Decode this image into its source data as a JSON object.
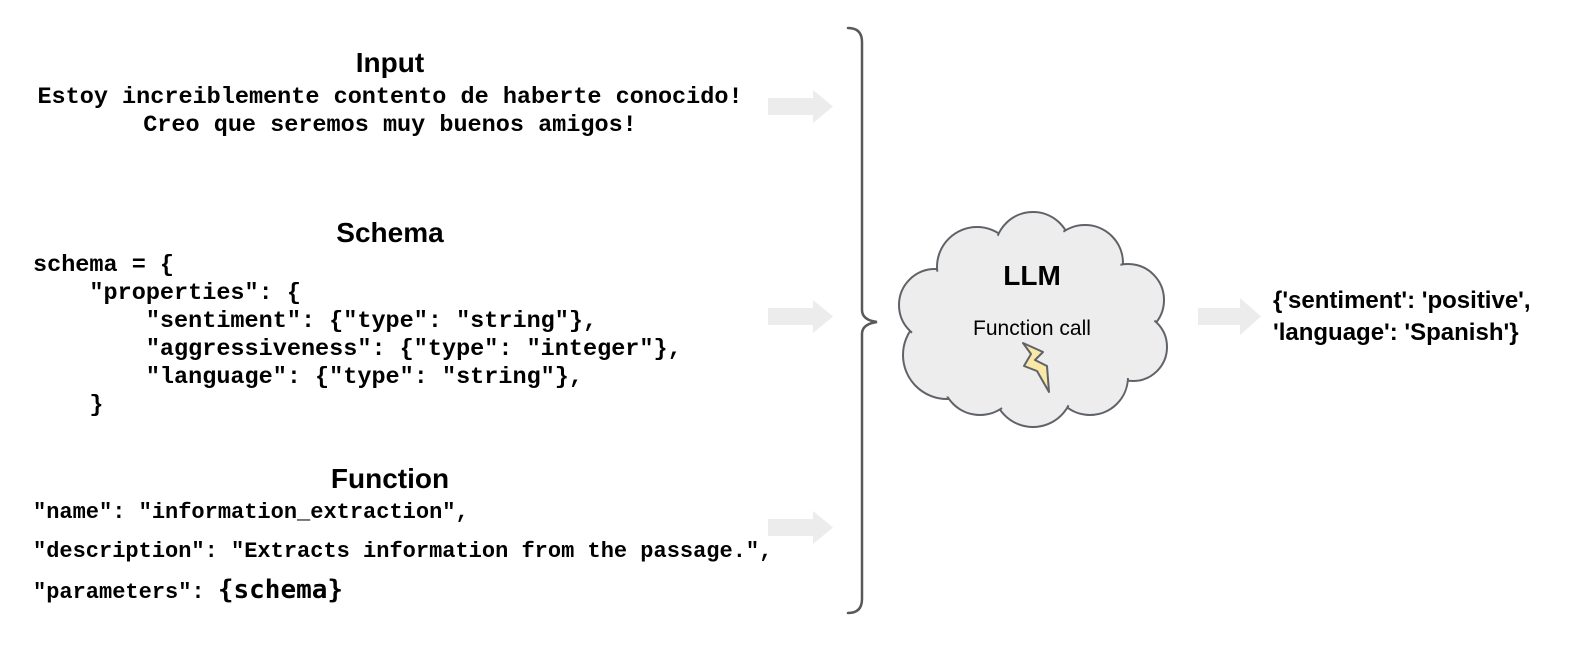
{
  "sections": {
    "input": {
      "title": "Input",
      "lines": [
        "Estoy increiblemente contento de haberte conocido!",
        "Creo que seremos muy buenos amigos!"
      ]
    },
    "schema": {
      "title": "Schema",
      "code": "schema = {\n    \"properties\": {\n        \"sentiment\": {\"type\": \"string\"},\n        \"aggressiveness\": {\"type\": \"integer\"},\n        \"language\": {\"type\": \"string\"},\n    }"
    },
    "function": {
      "title": "Function",
      "line_name": "\"name\": \"information_extraction\",",
      "line_description": "\"description\": \"Extracts information from the passage.\",",
      "line_parameters_prefix": "\"parameters\": ",
      "line_parameters_value": "{schema}"
    }
  },
  "llm": {
    "title": "LLM",
    "subtitle": "Function call",
    "icon": "lightning-bolt"
  },
  "output": {
    "lines": [
      "{'sentiment': 'positive',",
      "'language': 'Spanish'}"
    ]
  },
  "colors": {
    "arrow_fill": "#ececec",
    "cloud_fill": "#ededed",
    "cloud_stroke": "#5f6368",
    "brace_stroke": "#58595b",
    "bolt_fill": "#fae9a6",
    "bolt_stroke": "#5f6368",
    "text": "#000000"
  }
}
